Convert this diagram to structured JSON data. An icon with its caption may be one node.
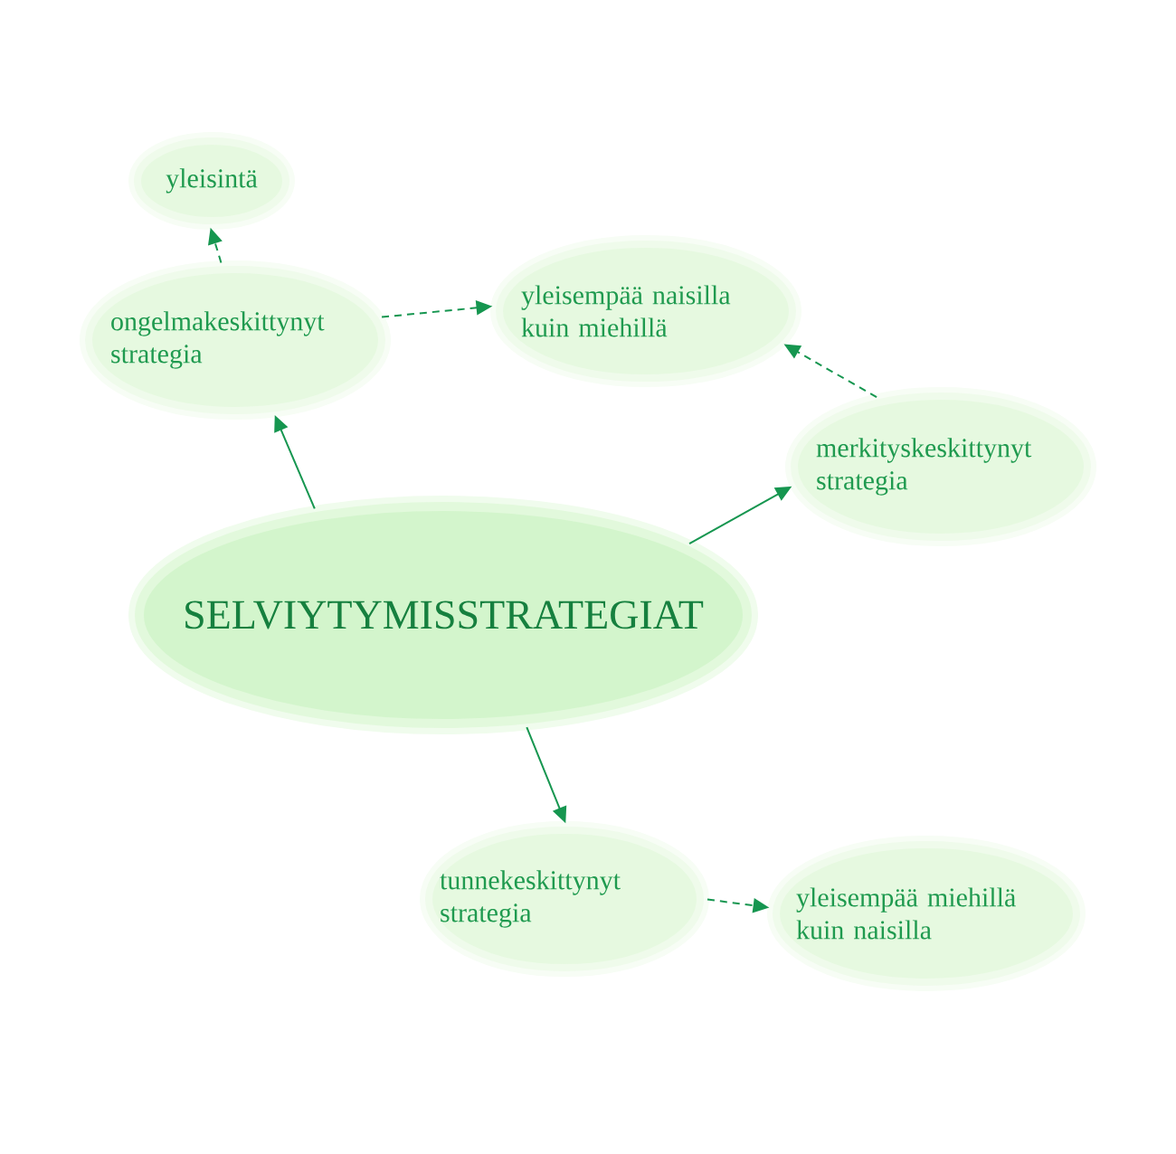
{
  "diagram": {
    "nodes": [
      {
        "text": [
          "SELVIYTYMISSTRATEGIAT"
        ]
      },
      {
        "text": [
          "yleisintä"
        ]
      },
      {
        "text": [
          "ongelmakeskittynyt strategia"
        ]
      },
      {
        "text": [
          "yleisempää naisilla kuin miehillä"
        ]
      },
      {
        "text": [
          "merkityskeskittynyt strategia"
        ]
      },
      {
        "text": [
          "tunnekeskittynyt strategia"
        ]
      },
      {
        "text": [
          "yleisempää miehillä kuin naisilla"
        ]
      }
    ],
    "edges": [
      {
        "from": 0,
        "to": 2,
        "arrow": "to"
      },
      {
        "from": 0,
        "to": 4,
        "arrow": "to"
      },
      {
        "from": 0,
        "to": 5,
        "arrow": "to"
      },
      {
        "from": 2,
        "to": 1,
        "arrow": "to",
        "style": "dashed"
      },
      {
        "from": 2,
        "to": 3,
        "arrow": "to",
        "style": "dashed"
      },
      {
        "from": 4,
        "to": 3,
        "arrow": "to",
        "style": "dashed"
      },
      {
        "from": 5,
        "to": 6,
        "arrow": "to",
        "style": "dashed"
      }
    ]
  }
}
